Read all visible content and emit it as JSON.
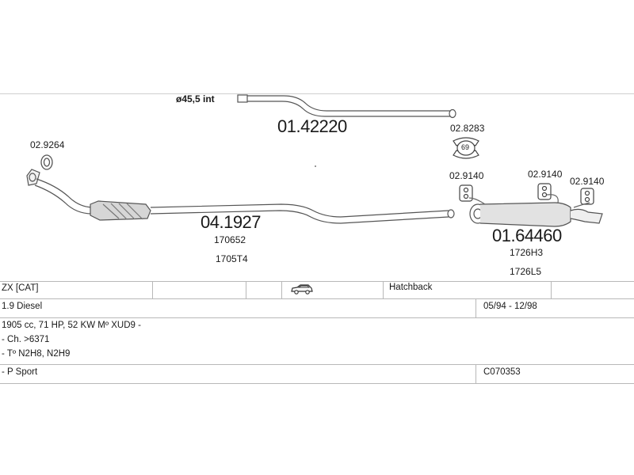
{
  "diagram": {
    "pipe_spec": "ø45,5  int",
    "parts": {
      "front_pipe_gasket": "02.9264",
      "middle_pipe": "01.42220",
      "catalyst": "04.1927",
      "catalyst_ref1": "170652",
      "catalyst_ref2": "1705T4",
      "clamp": "02.8283",
      "clamp_badge": "69",
      "hanger_1": "02.9140",
      "hanger_2": "02.9140",
      "hanger_3": "02.9140",
      "rear_silencer": "01.64460",
      "rear_ref1": "1726H3",
      "rear_ref2": "1726L5"
    }
  },
  "table": {
    "model": "ZX  [CAT]",
    "body_icon": "car-hatchback-icon",
    "body_type": "Hatchback",
    "engine": "1.9 Diesel",
    "date_range": "05/94 - 12/98",
    "specs": "1905 cc, 71 HP, 52 KW Mº XUD9 -",
    "chassis": "- Ch. >6371",
    "type_codes": "- Tº N2H8, N2H9",
    "variant": "- P Sport",
    "code": "C070353"
  }
}
